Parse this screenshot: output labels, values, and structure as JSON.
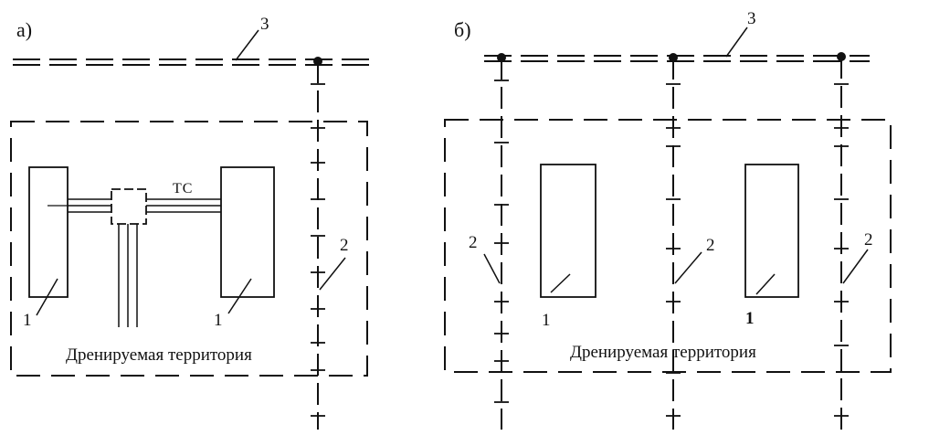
{
  "panels": [
    {
      "label": "а)",
      "caption": "Дренируемая территория",
      "building_number": "1",
      "drain_number": "2",
      "collector_number": "3",
      "tunnel_label": "ТС"
    },
    {
      "label": "б)",
      "caption": "Дренируемая территория",
      "building_number": "1",
      "drain_number": "2",
      "collector_number": "3"
    }
  ]
}
